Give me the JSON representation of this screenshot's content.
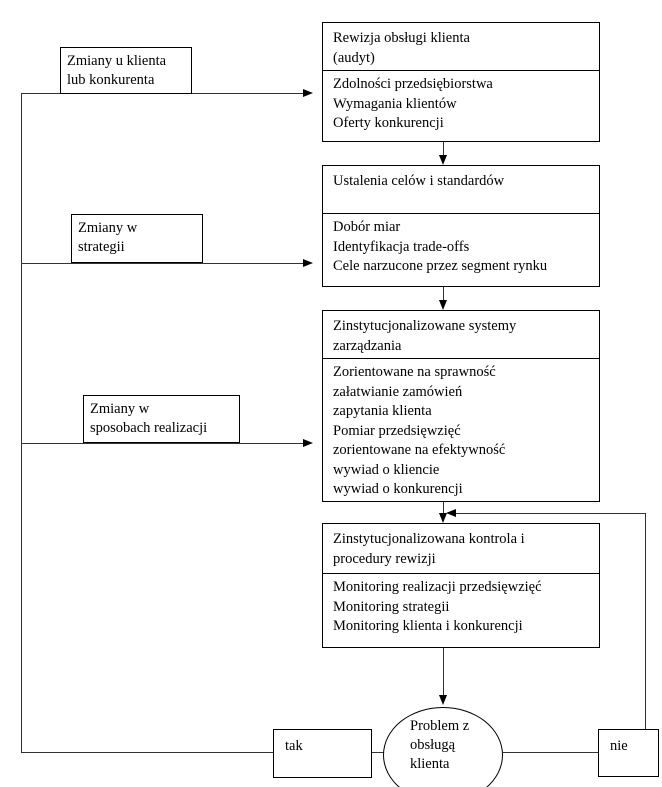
{
  "flowchart": {
    "trigger_labels": [
      {
        "text": "Zmiany u klienta\nlub konkurenta"
      },
      {
        "text": "Zmiany w\nstrategii"
      },
      {
        "text": "Zmiany w\nsposobach  realizacji"
      }
    ],
    "stages": [
      {
        "title": "Rewizja obsługi  klienta\n(audyt)",
        "items": "Zdolności przedsiębiorstwa\nWymagania klientów\nOferty konkurencji"
      },
      {
        "title": "Ustalenia celów i standardów",
        "items": "Dobór miar\nIdentyfikacja trade-offs\nCele narzucone przez segment rynku"
      },
      {
        "title": "Zinstytucjonalizowane systemy\nzarządzania",
        "items": "Zorientowane na sprawność\nzałatwianie zamówień\nzapytania klienta\nPomiar przedsięwzięć\nzorientowane na efektywność\nwywiad o kliencie\nwywiad o konkurencji"
      },
      {
        "title": "Zinstytucjonalizowana kontrola i\nprocedury rewizji",
        "items": "Monitoring realizacji  przedsięwzięć\nMonitoring strategii\nMonitoring klienta i konkurencji"
      }
    ],
    "decision": {
      "text": "Problem z\nobsługą\nklienta"
    },
    "branches": {
      "yes_label": "tak",
      "no_label": "nie"
    },
    "colors": {
      "line": "#333333",
      "border": "#000000",
      "background": "#ffffff"
    }
  }
}
